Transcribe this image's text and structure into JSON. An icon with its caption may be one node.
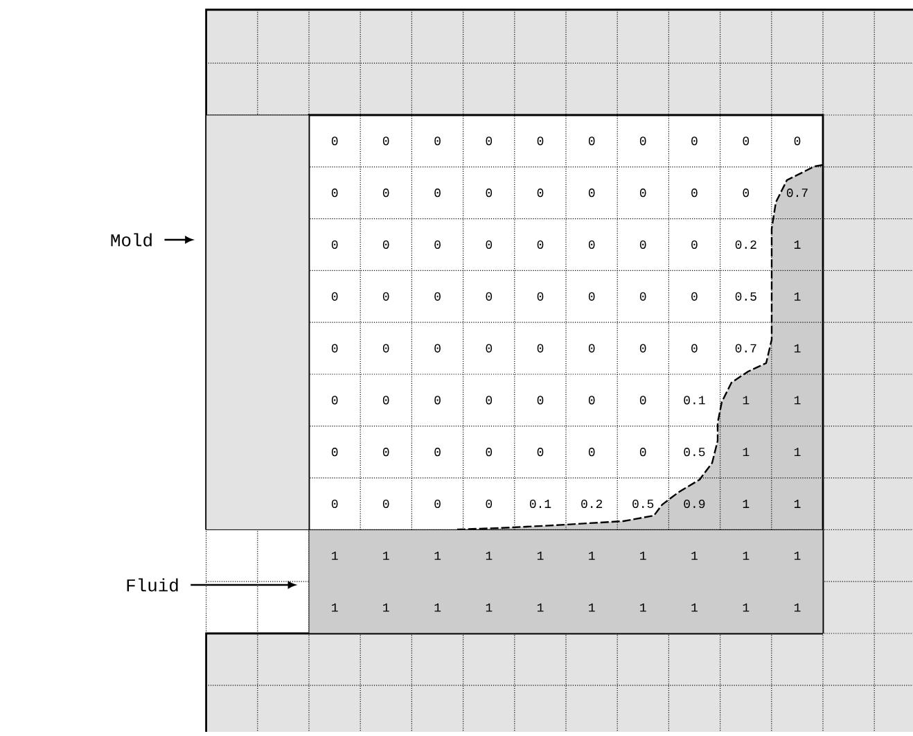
{
  "diagram": {
    "nodes": [
      {
        "text": [
          "Mold"
        ]
      },
      {
        "text": [],
        "shape": "box"
      },
      {
        "text": [
          "Fluid"
        ]
      },
      {
        "text": [],
        "shape": "box"
      }
    ],
    "edges": [
      {
        "from": 0,
        "to": 1,
        "arrow": "to"
      },
      {
        "from": 2,
        "to": 3,
        "arrow": "to"
      }
    ],
    "labels": [
      "0",
      "0",
      "0",
      "0",
      "0",
      "0",
      "0",
      "0",
      "0",
      "0",
      "0",
      "0",
      "0",
      "0",
      "0",
      "0",
      "0",
      "0",
      "0",
      "0.7",
      "0",
      "0",
      "0",
      "0",
      "0",
      "0",
      "0",
      "0",
      "0.2",
      "1",
      "0",
      "0",
      "0",
      "0",
      "0",
      "0",
      "0",
      "0",
      "0.5",
      "1",
      "0",
      "0",
      "0",
      "0",
      "0",
      "0",
      "0",
      "0",
      "0.7",
      "1",
      "0",
      "0",
      "0",
      "0",
      "0",
      "0",
      "0",
      "0.1",
      "1",
      "1",
      "0",
      "0",
      "0",
      "0",
      "0",
      "0",
      "0",
      "0.5",
      "1",
      "1",
      "0",
      "0",
      "0",
      "0",
      "0.1",
      "0.2",
      "0.5",
      "0.9",
      "1",
      "1",
      "1",
      "1",
      "1",
      "1",
      "1",
      "1",
      "1",
      "1",
      "1",
      "1",
      "1",
      "1",
      "1",
      "1",
      "1",
      "1",
      "1",
      "1",
      "1",
      "1"
    ]
  }
}
